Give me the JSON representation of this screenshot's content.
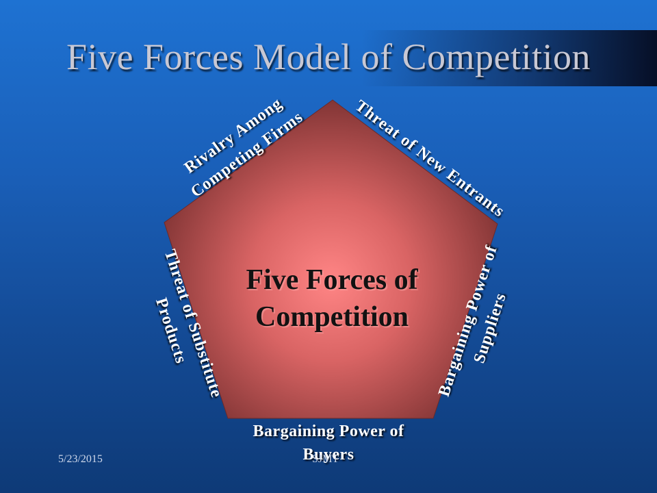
{
  "slide": {
    "title": "Five Forces Model of Competition",
    "center": {
      "line1": "Five Forces of",
      "line2": "Competition"
    },
    "forces": {
      "rivalry": {
        "line1": "Rivalry Among",
        "line2": "Competing Firms"
      },
      "new_entrants": {
        "line1": "Threat of New Entrants"
      },
      "suppliers": {
        "line1": "Bargaining Power of",
        "line2": "Suppliers"
      },
      "buyers": {
        "line1": "Bargaining Power of",
        "line2": "Buyers"
      },
      "substitutes": {
        "line1": "Threat of Substitute",
        "line2": "Products"
      }
    },
    "footer": {
      "date": "5/23/2015",
      "center_text": "SJMT"
    },
    "colors": {
      "background": "#1a5fb8",
      "pentagon_center": "#ff8080",
      "pentagon_edge": "#7a2c2c"
    }
  }
}
